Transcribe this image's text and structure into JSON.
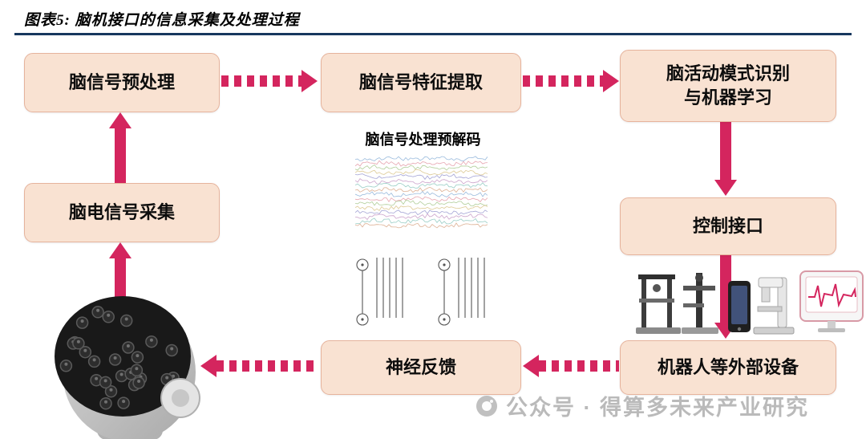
{
  "meta": {
    "title": "图表5: 脑机接口的信息采集及处理过程"
  },
  "boxes": {
    "preprocess": "脑信号预处理",
    "feature": "脑信号特征提取",
    "pattern": [
      "脑活动模式识别",
      "与机器学习"
    ],
    "collect": "脑电信号采集",
    "control": "控制接口",
    "feedback": "神经反馈",
    "external": "机器人等外部设备"
  },
  "labels": {
    "decode": "脑信号处理预解码"
  },
  "watermark": {
    "text": "公众号 · 得算多未来产业研究"
  },
  "colors": {
    "box_fill": "#f9e2d2",
    "box_border": "#e6b39c",
    "arrow": "#d4255e",
    "underline": "#17375e",
    "watermark": "#b3b3b3"
  }
}
